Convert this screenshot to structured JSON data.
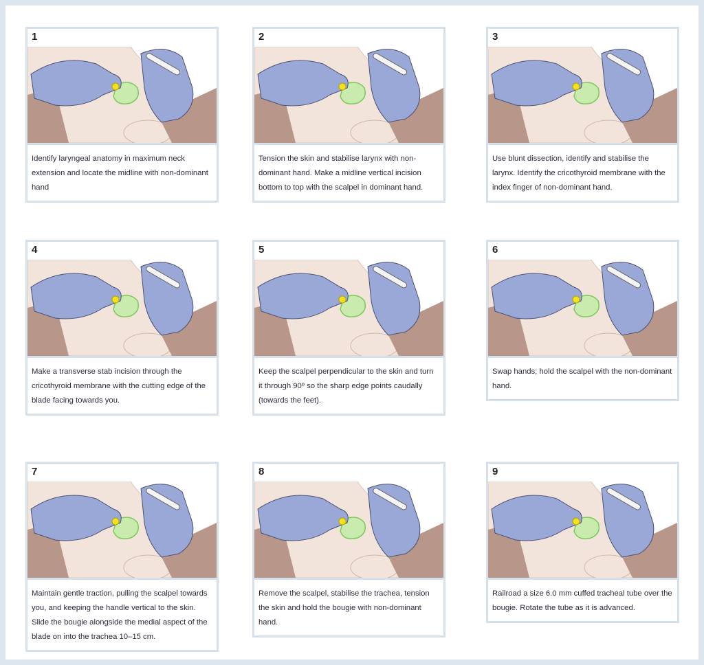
{
  "steps": [
    {
      "number": "1",
      "text": "Identify laryngeal anatomy in maximum neck extension and locate the midline with non-dominant hand"
    },
    {
      "number": "2",
      "text": "Tension the skin and stabilise larynx with non-dominant hand. Make a midline vertical incision bottom to top with the scalpel in dominant hand."
    },
    {
      "number": "3",
      "text": "Use blunt dissection, identify and stabilise the larynx. Identify the cricothyroid membrane with the index finger of non-dominant hand."
    },
    {
      "number": "4",
      "text": "Make a transverse stab incision through the cricothyroid membrane with the cutting edge of the blade facing towards you."
    },
    {
      "number": "5",
      "text": "Keep the scalpel perpendicular to the skin and turn it through 90º so the sharp edge points caudally (towards the feet)."
    },
    {
      "number": "6",
      "text": "Swap hands; hold the scalpel with the non-dominant hand."
    },
    {
      "number": "7",
      "text": "Maintain gentle traction, pulling the scalpel towards you, and keeping the handle vertical to the skin. Slide the bougie alongside the medial aspect of the blade on into the trachea 10–15 cm."
    },
    {
      "number": "8",
      "text": "Remove the scalpel, stabilise the trachea, tension the skin and hold the bougie with non-dominant hand."
    },
    {
      "number": "9",
      "text": "Railroad a size 6.0 mm cuffed tracheal tube over the bougie. Rotate the tube as it is advanced."
    }
  ],
  "colors": {
    "glove": "#9aa8d8",
    "skin": "#f2e4da",
    "arm": "#b8978a",
    "border": "#d6e0eb",
    "larynx": "#8fd16a",
    "marker": "#f2e41c"
  }
}
